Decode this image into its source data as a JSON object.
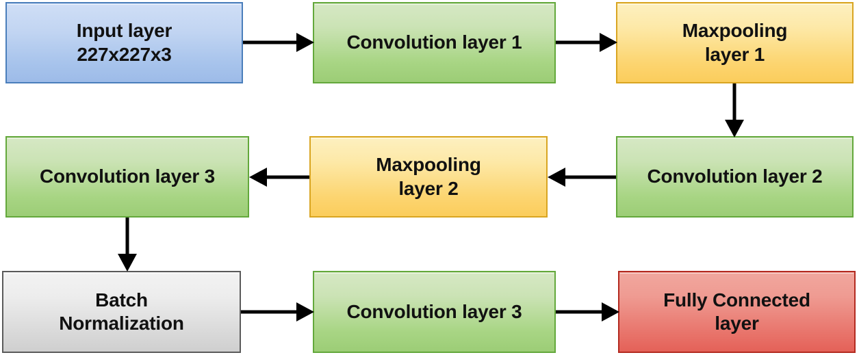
{
  "diagram": {
    "title": "CNN architecture block diagram",
    "background": "#ffffff",
    "colors": {
      "input": "#a8c4ec",
      "convolution": "#a8d584",
      "maxpooling": "#fcd571",
      "batch_norm": "#d8d8d8",
      "fully_connected": "#e8736a",
      "arrow": "#000000",
      "text": "#111111"
    },
    "nodes": [
      {
        "id": "input-layer",
        "label": "Input layer\n227x227x3",
        "type": "input",
        "row": 1,
        "col": 1
      },
      {
        "id": "conv-1",
        "label": "Convolution layer 1",
        "type": "convolution",
        "row": 1,
        "col": 2
      },
      {
        "id": "maxpool-1",
        "label": "Maxpooling\nlayer 1",
        "type": "maxpooling",
        "row": 1,
        "col": 3
      },
      {
        "id": "conv-3-middle",
        "label": "Convolution layer 3",
        "type": "convolution",
        "row": 2,
        "col": 1
      },
      {
        "id": "maxpool-2",
        "label": "Maxpooling\nlayer 2",
        "type": "maxpooling",
        "row": 2,
        "col": 2
      },
      {
        "id": "conv-2",
        "label": "Convolution layer 2",
        "type": "convolution",
        "row": 2,
        "col": 3
      },
      {
        "id": "batch-norm",
        "label": "Batch\nNormalization",
        "type": "batch_norm",
        "row": 3,
        "col": 1
      },
      {
        "id": "conv-3-bottom",
        "label": "Convolution layer 3",
        "type": "convolution",
        "row": 3,
        "col": 2
      },
      {
        "id": "fully-connected",
        "label": "Fully Connected\nlayer",
        "type": "fully_connected",
        "row": 3,
        "col": 3
      }
    ],
    "edges": [
      {
        "id": "edge-input-to-conv1",
        "from": "input-layer",
        "to": "conv-1",
        "direction": "right"
      },
      {
        "id": "edge-conv1-to-maxpool1",
        "from": "conv-1",
        "to": "maxpool-1",
        "direction": "right"
      },
      {
        "id": "edge-maxpool1-to-conv2",
        "from": "maxpool-1",
        "to": "conv-2",
        "direction": "down"
      },
      {
        "id": "edge-conv2-to-maxpool2",
        "from": "conv-2",
        "to": "maxpool-2",
        "direction": "left"
      },
      {
        "id": "edge-maxpool2-to-conv3",
        "from": "maxpool-2",
        "to": "conv-3-middle",
        "direction": "left"
      },
      {
        "id": "edge-conv3-to-batchnorm",
        "from": "conv-3-middle",
        "to": "batch-norm",
        "direction": "down"
      },
      {
        "id": "edge-batchnorm-to-conv3b",
        "from": "batch-norm",
        "to": "conv-3-bottom",
        "direction": "right"
      },
      {
        "id": "edge-conv3b-to-fc",
        "from": "conv-3-bottom",
        "to": "fully-connected",
        "direction": "right"
      }
    ]
  }
}
